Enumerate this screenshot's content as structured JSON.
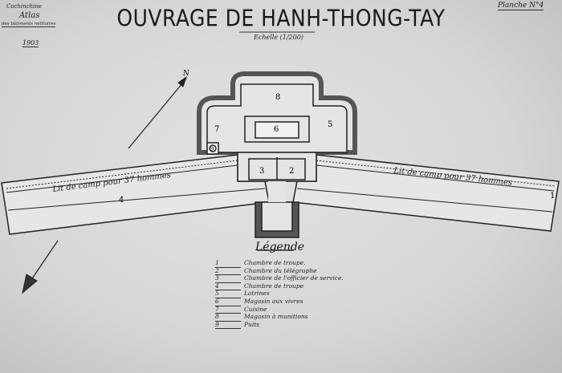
{
  "header": {
    "title": "OUVRAGE DE HANH-THONG-TAY",
    "region": "Cochinchine",
    "atlas": "Atlas",
    "atlas_subtitle": "des bâtiments militaires",
    "year": "1903",
    "plate": "Planche N°4",
    "scale": "Echelle (1/200)"
  },
  "plan": {
    "north_label": "N",
    "left_wing_label": "Lit de camp pour 37 hommes",
    "right_wing_label": "Lit de camp pour 37 hommes",
    "rooms": [
      "1",
      "2",
      "3",
      "4",
      "5",
      "6",
      "7",
      "8",
      "9"
    ]
  },
  "legend": {
    "title": "Légende",
    "items": [
      {
        "num": "1",
        "label": "Chambre de troupe."
      },
      {
        "num": "2",
        "label": "Chambre du télégraphe"
      },
      {
        "num": "3",
        "label": "Chambre de l'officier de service."
      },
      {
        "num": "4",
        "label": "Chambre de troupe"
      },
      {
        "num": "5",
        "label": "Latrines"
      },
      {
        "num": "6",
        "label": "Magasin aux vivres"
      },
      {
        "num": "7",
        "label": "Cuisine"
      },
      {
        "num": "8",
        "label": "Magasin à munitions"
      },
      {
        "num": "9",
        "label": "Puits"
      }
    ]
  }
}
